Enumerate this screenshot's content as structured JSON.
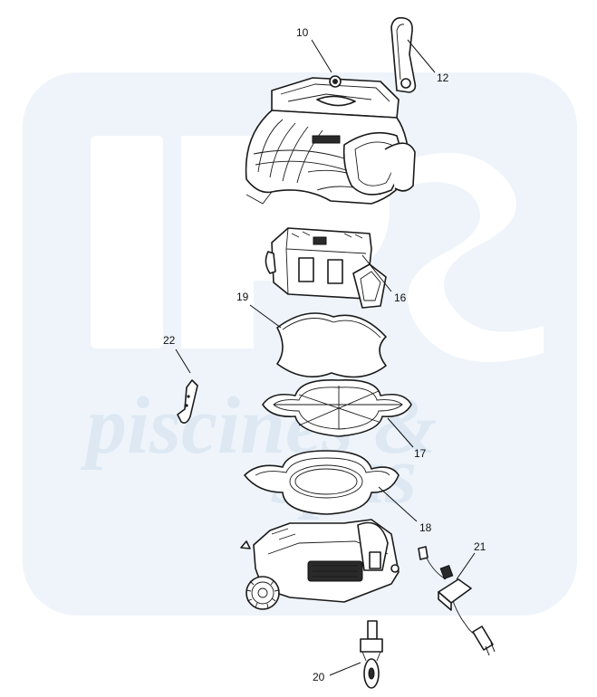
{
  "watermark": {
    "logo_letters": "IPS",
    "line1": "piscines &",
    "line2": "spas"
  },
  "callouts": [
    {
      "id": "10",
      "label": "10"
    },
    {
      "id": "12",
      "label": "12"
    },
    {
      "id": "16",
      "label": "16"
    },
    {
      "id": "19",
      "label": "19"
    },
    {
      "id": "22",
      "label": "22"
    },
    {
      "id": "17",
      "label": "17"
    },
    {
      "id": "18",
      "label": "18"
    },
    {
      "id": "21",
      "label": "21"
    },
    {
      "id": "20",
      "label": "20"
    }
  ]
}
